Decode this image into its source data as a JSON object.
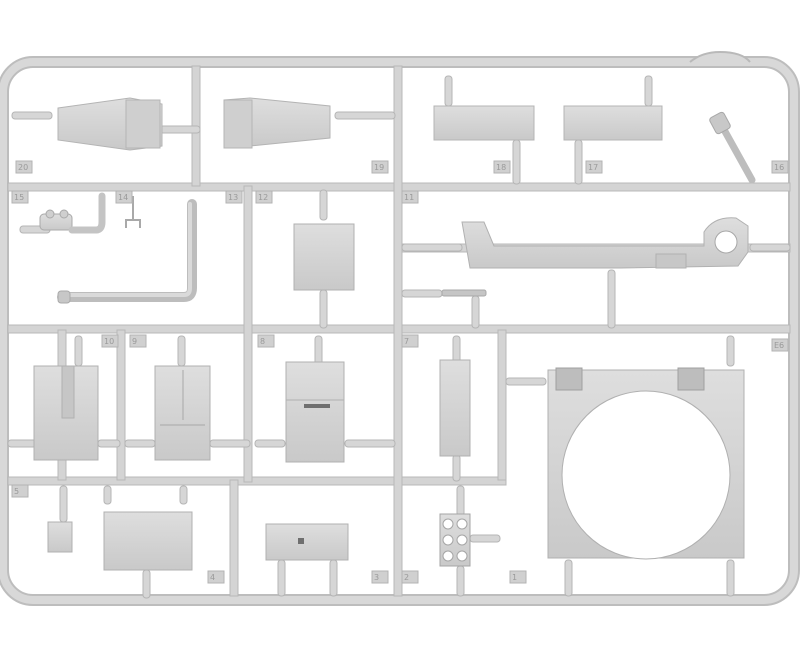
{
  "scene": {
    "subject": "sprue-frame",
    "background_color": "#ffffff",
    "plastic_color": "#d3d3d3",
    "plastic_shadow": "#b9b9b9",
    "plastic_highlight": "#e4e4e4"
  },
  "part_numbers": [
    {
      "cell": "top-left",
      "text": "20"
    },
    {
      "cell": "top-mid",
      "text": "19"
    },
    {
      "cell": "top-right-a",
      "text": "18"
    },
    {
      "cell": "top-right-b",
      "text": "17"
    },
    {
      "cell": "top-right-c",
      "text": "16"
    },
    {
      "cell": "row2-a",
      "text": "15"
    },
    {
      "cell": "row2-b",
      "text": "14"
    },
    {
      "cell": "row2-c",
      "text": "13"
    },
    {
      "cell": "row2-d",
      "text": "12"
    },
    {
      "cell": "row2-e",
      "text": "11"
    },
    {
      "cell": "row3-a",
      "text": "10"
    },
    {
      "cell": "row3-b",
      "text": "9"
    },
    {
      "cell": "row3-c",
      "text": "8"
    },
    {
      "cell": "row3-d",
      "text": "7"
    },
    {
      "cell": "row3-e",
      "text": "E6"
    },
    {
      "cell": "row4-a",
      "text": "5"
    },
    {
      "cell": "row4-b",
      "text": "4"
    },
    {
      "cell": "row4-c",
      "text": "3"
    },
    {
      "cell": "row4-d",
      "text": "2"
    },
    {
      "cell": "row4-e",
      "text": "1"
    }
  ]
}
